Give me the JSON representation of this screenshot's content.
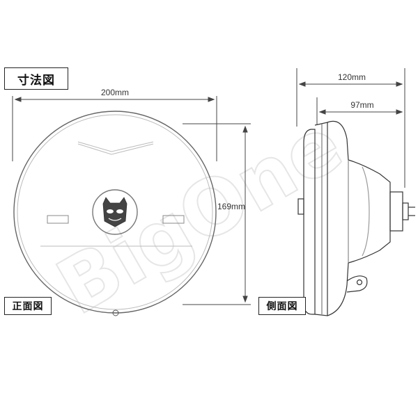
{
  "labels": {
    "title": "寸法図",
    "front_view": "正面図",
    "side_view": "側面図"
  },
  "dimensions": {
    "front_width": "200mm",
    "front_height": "169mm",
    "side_total_depth": "120mm",
    "side_body_depth": "97mm"
  },
  "watermark": {
    "text": "BigOne"
  },
  "colors": {
    "line": "#333333",
    "lens_outline": "#9a9a9a",
    "background": "#ffffff",
    "watermark": "#e6e6e6"
  },
  "icons": {
    "center_emblem": "cat-face-emblem-icon"
  }
}
